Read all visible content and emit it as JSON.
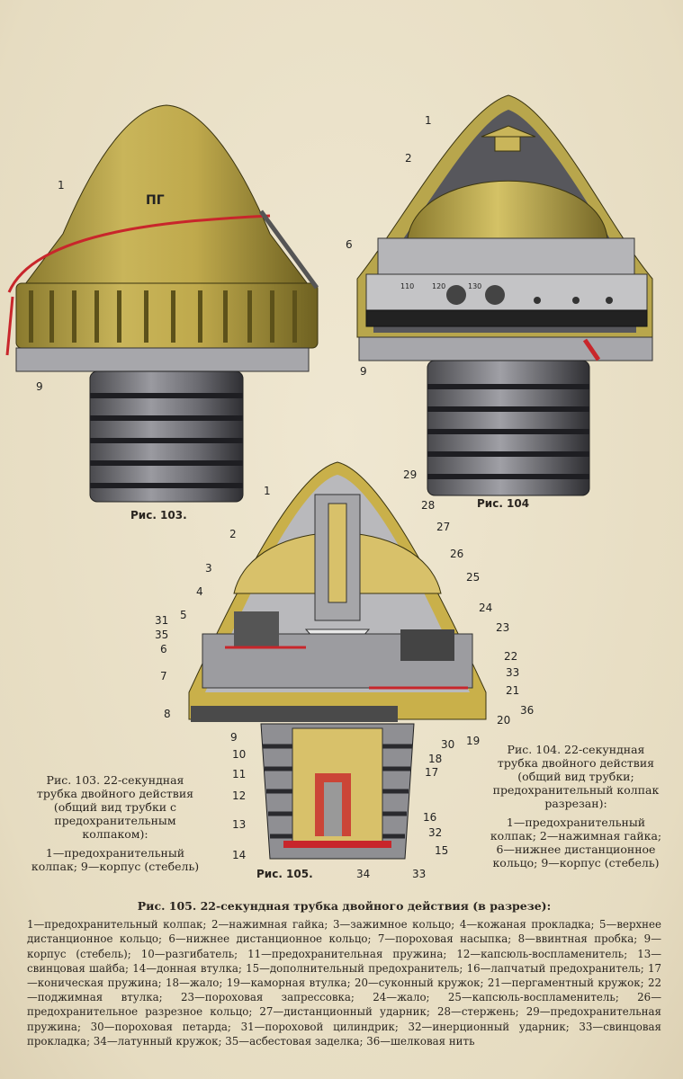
{
  "fig103": {
    "caption": "Рис. 103.",
    "labels": {
      "cap": "1",
      "body": "9",
      "marking": "ПГ"
    },
    "text_block": "Рис. 103. 22-секундная трубка двойного действия (общий вид трубки с предохранительным колпаком):",
    "legend": "1—предохранительный колпак; 9—корпус (стебель)"
  },
  "fig104": {
    "caption": "Рис. 104",
    "labels": [
      "1",
      "2",
      "6",
      "9"
    ],
    "scale_marks": [
      "110",
      "120",
      "130"
    ],
    "text_block": "Рис. 104. 22-секундная трубка двойного действия (общий вид трубки; предохранительный колпак разрезан):",
    "legend": "1—предохранительный колпак; 2—нажимная гайка; 6—нижнее дистанционное кольцо; 9—корпус (стебель)"
  },
  "fig105": {
    "caption": "Рис. 105.",
    "labels_left": [
      "1",
      "2",
      "3",
      "4",
      "5",
      "31",
      "35",
      "6",
      "7",
      "8",
      "9",
      "10",
      "11",
      "12",
      "13",
      "14"
    ],
    "labels_right": [
      "29",
      "28",
      "27",
      "26",
      "25",
      "24",
      "23",
      "22",
      "33",
      "21",
      "36",
      "20",
      "19",
      "30",
      "18",
      "17",
      "16",
      "32",
      "15",
      "33"
    ],
    "label_bottom": "34"
  },
  "main_caption": {
    "title": "Рис. 105. 22-секундная трубка двойного действия (в разрезе):",
    "body": "1—предохранительный колпак; 2—нажимная гайка; 3—зажимное кольцо; 4—кожаная прокладка; 5—верхнее дистанционное кольцо; 6—нижнее дистанционное кольцо; 7—пороховая насыпка; 8—ввинтная пробка; 9—корпус (стебель); 10—разгибатель; 11—предохранительная пружина; 12—капсюль-воспламенитель; 13—свинцовая шайба; 14—донная втулка; 15—дополнительный предохранитель; 16—лапчатый предохранитель; 17—коническая пружина; 18—жало; 19—каморная втулка; 20—суконный кружок; 21—пергаментный кружок; 22—поджимная втулка; 23—пороховая запрессовка; 24—жало; 25—капсюль-воспламенитель; 26—предохранительное разрезное кольцо; 27—дистанционный ударник; 28—стержень; 29—предохранительная пружина; 30—пороховая петарда; 31—пороховой цилиндрик; 32—инерционный ударник; 33—свинцовая прокладка; 34—латунный кружок; 35—асбестовая заделка; 36—шелковая нить"
  }
}
